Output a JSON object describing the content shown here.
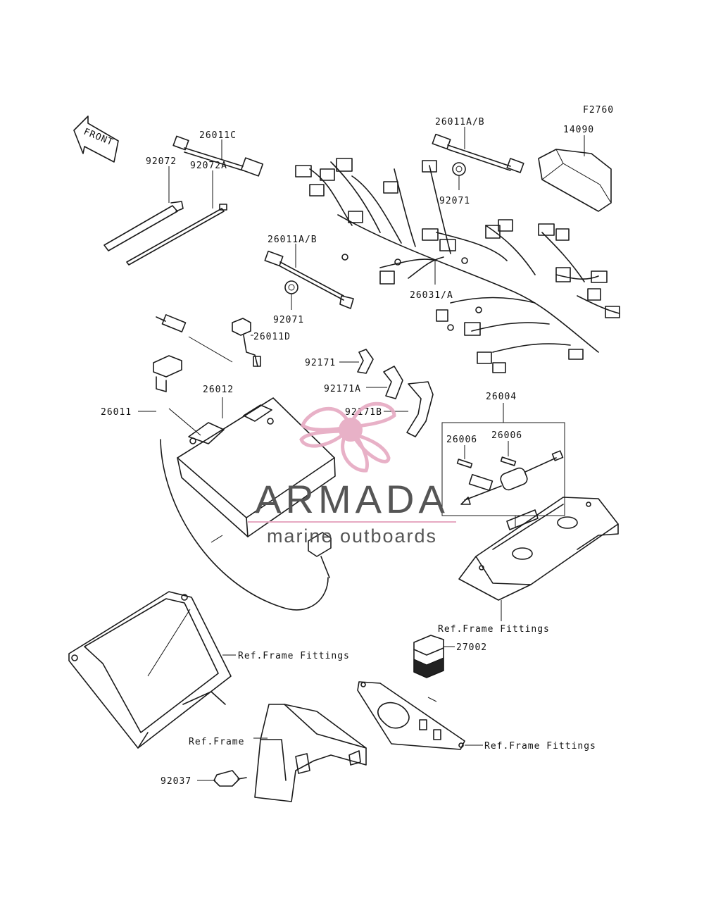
{
  "figure_code": "F2760",
  "front_arrow_label": "FRONT",
  "watermark": {
    "brand": "ARMADA",
    "tagline": "marine outboards",
    "logo_color": "#e6a9c2",
    "text_color": "#555555"
  },
  "labels": {
    "p26011C": "26011C",
    "p26011AB_top": "26011A/B",
    "p14090": "14090",
    "p92072": "92072",
    "p92072A": "92072A",
    "p92071_top": "92071",
    "p26011AB_mid": "26011A/B",
    "p26031A": "26031/A",
    "p92071_mid": "92071",
    "p26011D": "26011D",
    "p92171": "92171",
    "p92171A": "92171A",
    "p92171B": "92171B",
    "p26012": "26012",
    "p26004": "26004",
    "p26011": "26011",
    "p26006_a": "26006",
    "p26006_b": "26006",
    "ref_frame_fittings_1": "Ref.Frame Fittings",
    "p27002": "27002",
    "ref_frame_fittings_2": "Ref.Frame Fittings",
    "ref_frame": "Ref.Frame",
    "p92037": "92037",
    "ref_frame_fittings_3": "Ref.Frame Fittings"
  }
}
